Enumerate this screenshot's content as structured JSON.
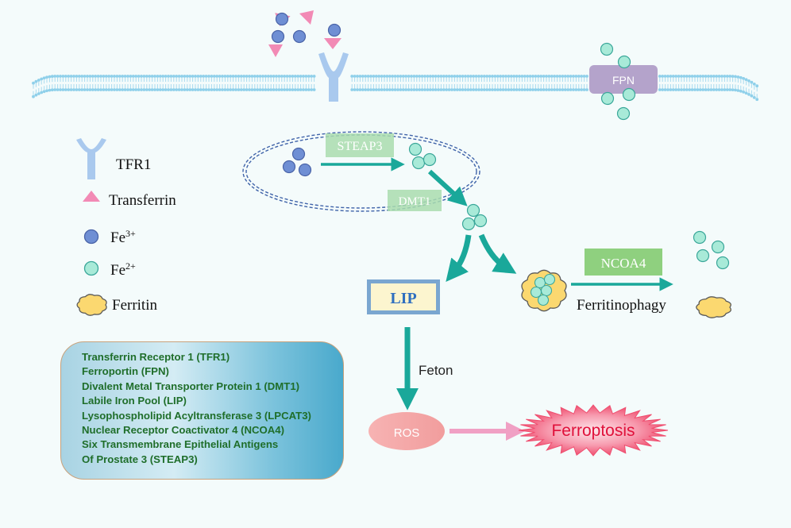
{
  "legend": {
    "tfr1": "TFR1",
    "transferrin": "Transferrin",
    "fe3": {
      "base": "Fe",
      "sup": "3+"
    },
    "fe2": {
      "base": "Fe",
      "sup": "2+"
    },
    "ferritin": "Ferritin"
  },
  "labels": {
    "fpn": "FPN",
    "steap3": "STEAP3",
    "dmt1": "DMT1",
    "lip": "LIP",
    "ncoa4": "NCOA4",
    "ferritinophagy": "Ferritinophagy",
    "feton": "Feton",
    "ros": "ROS",
    "ferroptosis": "Ferroptosis"
  },
  "glossary": [
    "Transferrin Receptor 1 (TFR1)",
    "Ferroportin (FPN)",
    "Divalent Metal Transporter Protein 1 (DMT1)",
    "Labile Iron Pool (LIP)",
    "Lysophospholipid Acyltransferase 3 (LPCAT3)",
    "Nuclear Receptor Coactivator 4 (NCOA4)",
    "Six Transmembrane Epithelial Antigens",
    "Of Prostate 3 (STEAP3)"
  ],
  "colors": {
    "fe3": "#6f8fd4",
    "fe2": "#a8ead8",
    "transferrin": "#f28ab5",
    "receptor": "#a9c9ee",
    "membrane": "#8fd0ea",
    "arrow": "#1aa89a",
    "ferritin": "#fbd870",
    "fpn_box": "#b4a3cb",
    "steap3_box": "#a9dcae",
    "ncoa4_box": "#8fd07f",
    "lip_fill": "#fcf5cf",
    "lip_border": "#7aa6d0",
    "ros": "#f5a8a8",
    "ferroptosis": "#f0456a"
  }
}
